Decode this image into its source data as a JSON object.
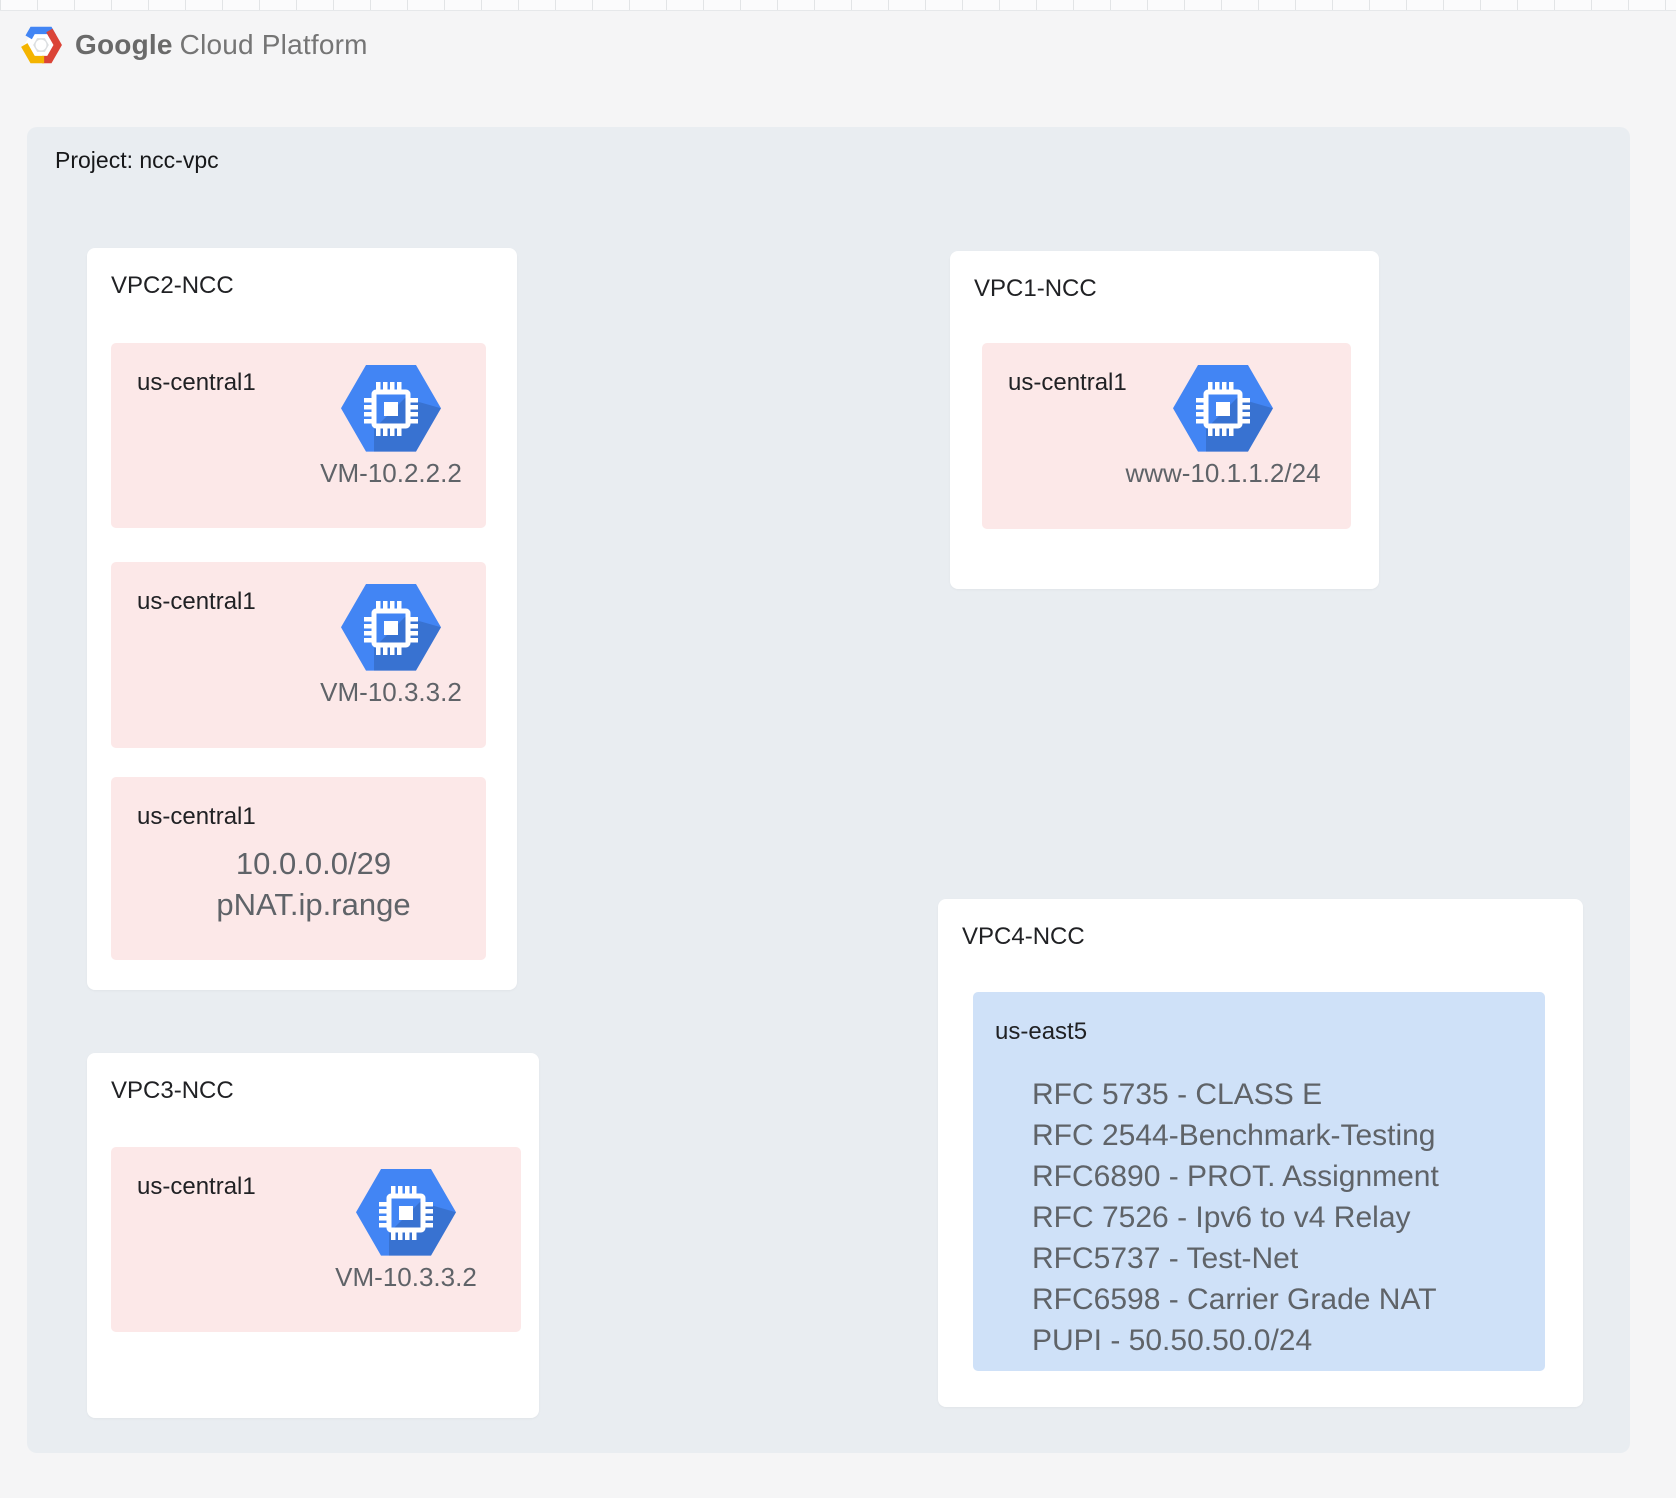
{
  "header": {
    "logo_icon": "gcp-hexagon-logo",
    "brand_bold": "Google",
    "brand_light": "Cloud Platform"
  },
  "project": {
    "label": "Project: ncc-vpc"
  },
  "vpcs": [
    {
      "title": "VPC2-NCC",
      "regions": [
        {
          "name": "us-central1",
          "type": "vm",
          "icon": "compute-engine-icon",
          "label": "VM-10.2.2.2"
        },
        {
          "name": "us-central1",
          "type": "vm",
          "icon": "compute-engine-icon",
          "label": "VM-10.3.3.2"
        },
        {
          "name": "us-central1",
          "type": "text",
          "lines": [
            "10.0.0.0/29",
            "pNAT.ip.range"
          ]
        }
      ]
    },
    {
      "title": "VPC1-NCC",
      "regions": [
        {
          "name": "us-central1",
          "type": "vm",
          "icon": "compute-engine-icon",
          "label": "www-10.1.1.2/24"
        }
      ]
    },
    {
      "title": "VPC3-NCC",
      "regions": [
        {
          "name": "us-central1",
          "type": "vm",
          "icon": "compute-engine-icon",
          "label": "VM-10.3.3.2"
        }
      ]
    },
    {
      "title": "VPC4-NCC",
      "regions": [
        {
          "name": "us-east5",
          "type": "list",
          "lines": [
            "RFC 5735 - CLASS E",
            "RFC 2544-Benchmark-Testing",
            "RFC6890 - PROT. Assignment",
            "RFC 7526 - Ipv6 to v4 Relay",
            "RFC5737 - Test-Net",
            "RFC6598 - Carrier Grade NAT",
            "PUPI - 50.50.50.0/24"
          ]
        }
      ]
    }
  ],
  "colors": {
    "page_background": "#f5f5f6",
    "project_background": "#e9edf1",
    "region_pink": "#fce8e8",
    "region_blue": "#cfe1f8",
    "gce_blue": "#4285f4",
    "text_dark": "#202124",
    "text_gray": "#5f6368",
    "logo_blue": "#4285f4",
    "logo_red": "#db4437",
    "logo_yellow": "#f4b400"
  }
}
